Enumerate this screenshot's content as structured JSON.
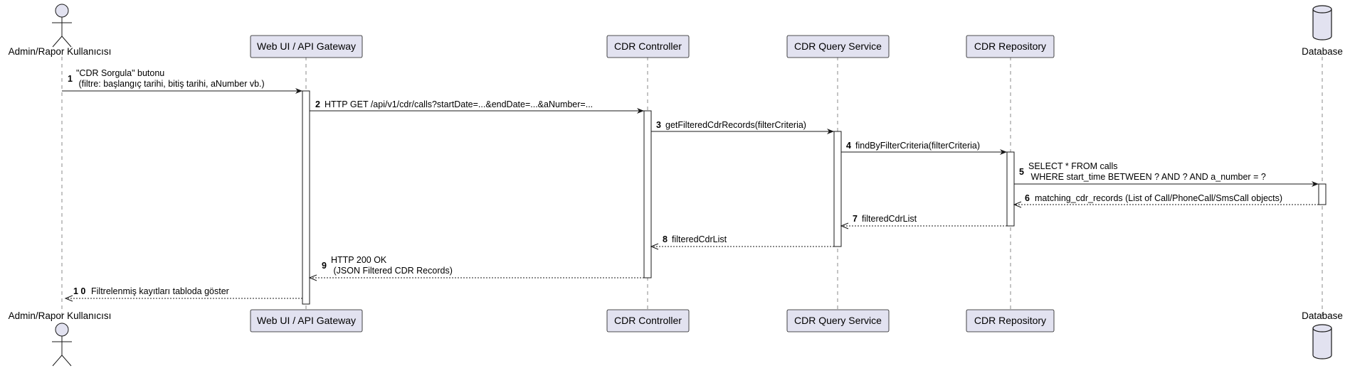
{
  "participants": {
    "admin": {
      "label": "Admin/Rapor Kullanıcısı",
      "shape": "actor-icon"
    },
    "webui": {
      "label": "Web UI / API Gateway"
    },
    "controller": {
      "label": "CDR Controller"
    },
    "query": {
      "label": "CDR Query Service"
    },
    "repo": {
      "label": "CDR Repository"
    },
    "db": {
      "label": "Database",
      "shape": "database-icon"
    }
  },
  "messages": [
    {
      "num": "1",
      "from": "admin",
      "to": "webui",
      "kind": "sync",
      "lines": [
        "\"CDR Sorgula\" butonu",
        " (filtre: başlangıç tarihi, bitiş tarihi, aNumber vb.)"
      ]
    },
    {
      "num": "2",
      "from": "webui",
      "to": "controller",
      "kind": "sync",
      "lines": [
        "HTTP GET /api/v1/cdr/calls?startDate=...&endDate=...&aNumber=..."
      ]
    },
    {
      "num": "3",
      "from": "controller",
      "to": "query",
      "kind": "sync",
      "lines": [
        "getFilteredCdrRecords(filterCriteria)"
      ]
    },
    {
      "num": "4",
      "from": "query",
      "to": "repo",
      "kind": "sync",
      "lines": [
        "findByFilterCriteria(filterCriteria)"
      ]
    },
    {
      "num": "5",
      "from": "repo",
      "to": "db",
      "kind": "sync",
      "lines": [
        "SELECT * FROM calls",
        " WHERE start_time BETWEEN ? AND ? AND a_number = ?"
      ]
    },
    {
      "num": "6",
      "from": "db",
      "to": "repo",
      "kind": "return",
      "lines": [
        "matching_cdr_records (List of Call/PhoneCall/SmsCall objects)"
      ]
    },
    {
      "num": "7",
      "from": "repo",
      "to": "query",
      "kind": "return",
      "lines": [
        "filteredCdrList"
      ]
    },
    {
      "num": "8",
      "from": "query",
      "to": "controller",
      "kind": "return",
      "lines": [
        "filteredCdrList"
      ]
    },
    {
      "num": "9",
      "from": "controller",
      "to": "webui",
      "kind": "return",
      "lines": [
        "HTTP 200 OK",
        " (JSON Filtered CDR Records)"
      ]
    },
    {
      "num": "1 0",
      "from": "webui",
      "to": "admin",
      "kind": "return",
      "lines": [
        "Filtrelenmiş kayıtları tabloda göster"
      ]
    }
  ],
  "colors": {
    "participant_fill": "#E2E2F0",
    "border": "#181818",
    "lifeline": "#888888",
    "activation_fill": "#FFFFFF"
  }
}
